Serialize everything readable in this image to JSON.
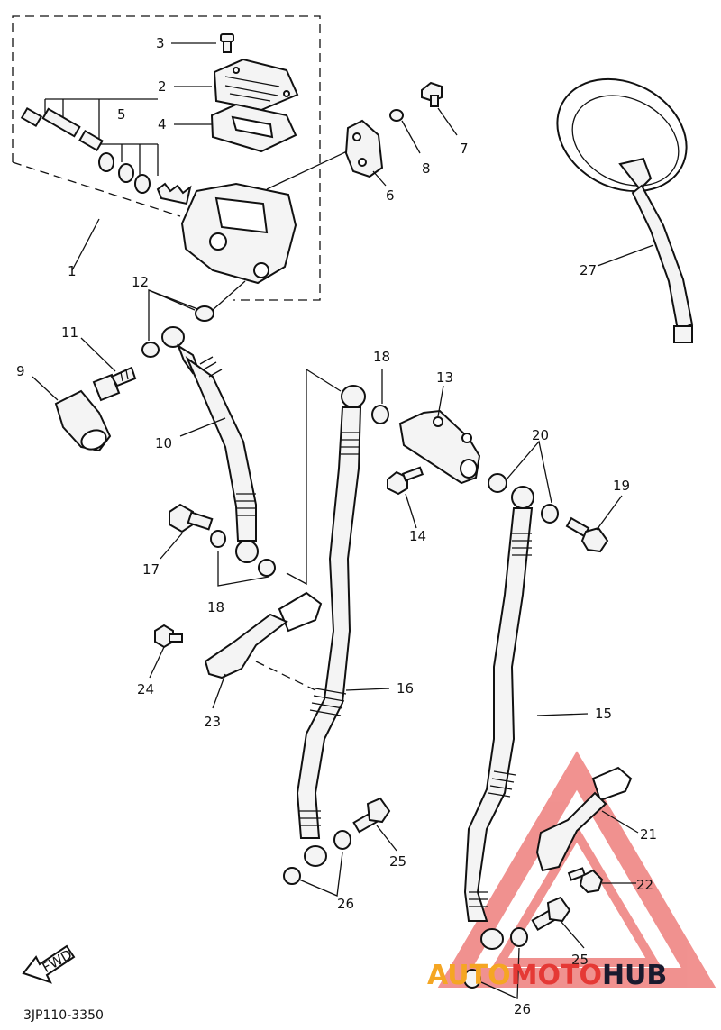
{
  "callouts": {
    "c1": "1",
    "c2": "2",
    "c3": "3",
    "c4": "4",
    "c5": "5",
    "c6": "6",
    "c7": "7",
    "c8": "8",
    "c9": "9",
    "c10": "10",
    "c11": "11",
    "c12": "12",
    "c13": "13",
    "c14": "14",
    "c15": "15",
    "c16": "16",
    "c17": "17",
    "c18a": "18",
    "c18b": "18",
    "c19": "19",
    "c20": "20",
    "c21": "21",
    "c22": "22",
    "c23": "23",
    "c24": "24",
    "c25a": "25",
    "c25b": "25",
    "c26a": "26",
    "c26b": "26",
    "c27": "27"
  },
  "fwd_label": "FWD",
  "drawing_code": "3JP110-3350",
  "watermark": {
    "word_1": "AUTO",
    "word_2": "MOTO",
    "word_3": "HUB",
    "color_orange": "#f5a623",
    "color_red": "#e53935",
    "color_dark": "#1a1a2e"
  }
}
